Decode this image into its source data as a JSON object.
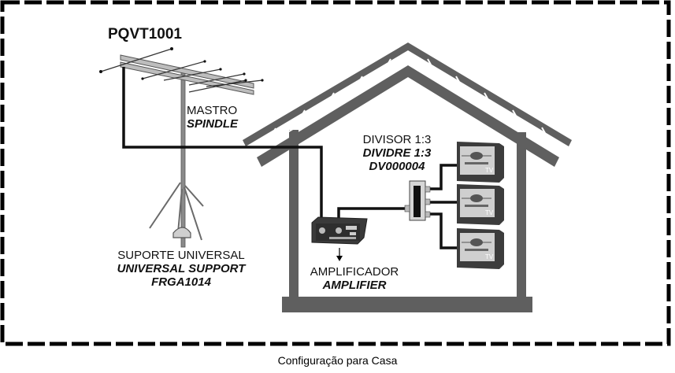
{
  "caption": "Configuração para Casa",
  "antenna": {
    "model": "PQVT1001"
  },
  "mast": {
    "label_pt": "MASTRO",
    "label_en": "SPINDLE"
  },
  "support": {
    "label_pt": "SUPORTE UNIVERSAL",
    "label_en": "UNIVERSAL SUPPORT",
    "model": "FRGA1014"
  },
  "amplifier": {
    "label_pt": "AMPLIFICADOR",
    "label_en": "AMPLIFIER"
  },
  "splitter": {
    "label_pt": "DIVISOR 1:3",
    "label_en": "DIVIDRE 1:3",
    "model": "DV000004"
  },
  "tvs": [
    {
      "label": "TV"
    },
    {
      "label": "TV"
    },
    {
      "label": "TV"
    }
  ],
  "colors": {
    "house": "#5f5f5f",
    "cable": "#111111",
    "border": "#000000"
  }
}
